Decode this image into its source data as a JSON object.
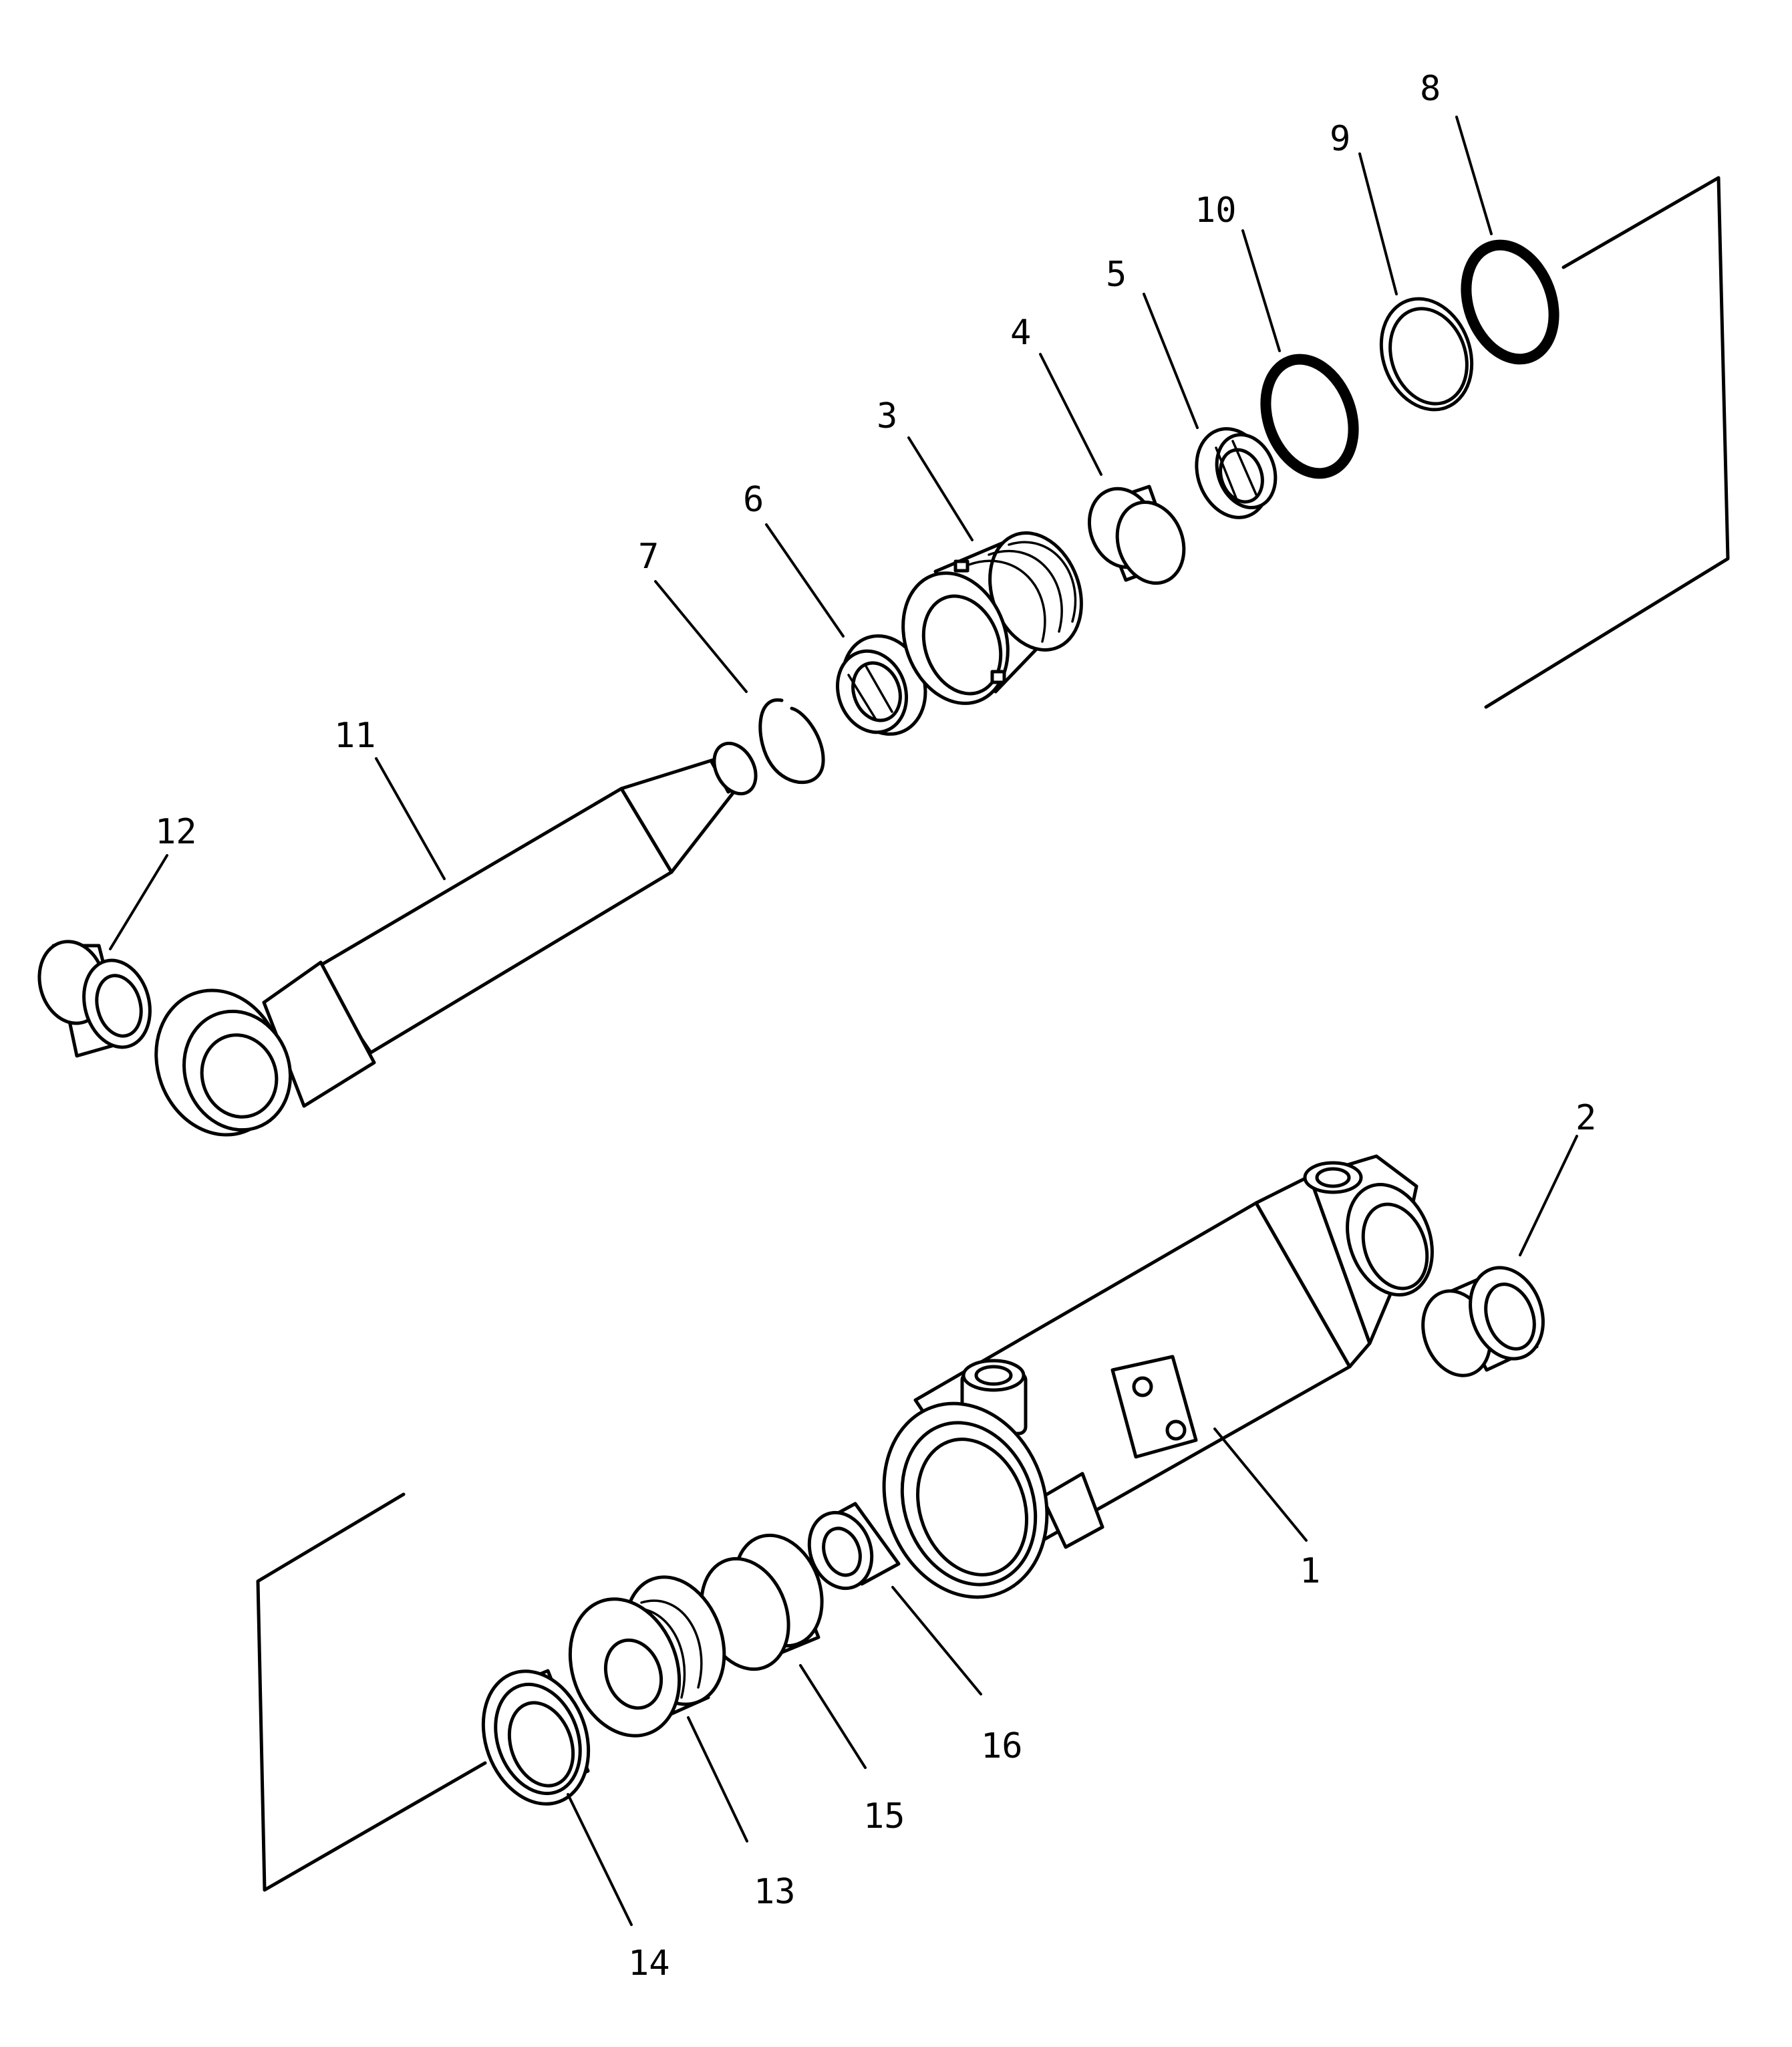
{
  "diagram": {
    "parts": [
      {
        "id": "part-1",
        "number": "1"
      },
      {
        "id": "part-2",
        "number": "2"
      },
      {
        "id": "part-3",
        "number": "3"
      },
      {
        "id": "part-4",
        "number": "4"
      },
      {
        "id": "part-5",
        "number": "5"
      },
      {
        "id": "part-6",
        "number": "6"
      },
      {
        "id": "part-7",
        "number": "7"
      },
      {
        "id": "part-8",
        "number": "8"
      },
      {
        "id": "part-9",
        "number": "9"
      },
      {
        "id": "part-10",
        "number": "10"
      },
      {
        "id": "part-11",
        "number": "11"
      },
      {
        "id": "part-12",
        "number": "12"
      },
      {
        "id": "part-13",
        "number": "13"
      },
      {
        "id": "part-14",
        "number": "14"
      },
      {
        "id": "part-15",
        "number": "15"
      },
      {
        "id": "part-16",
        "number": "16"
      }
    ]
  }
}
